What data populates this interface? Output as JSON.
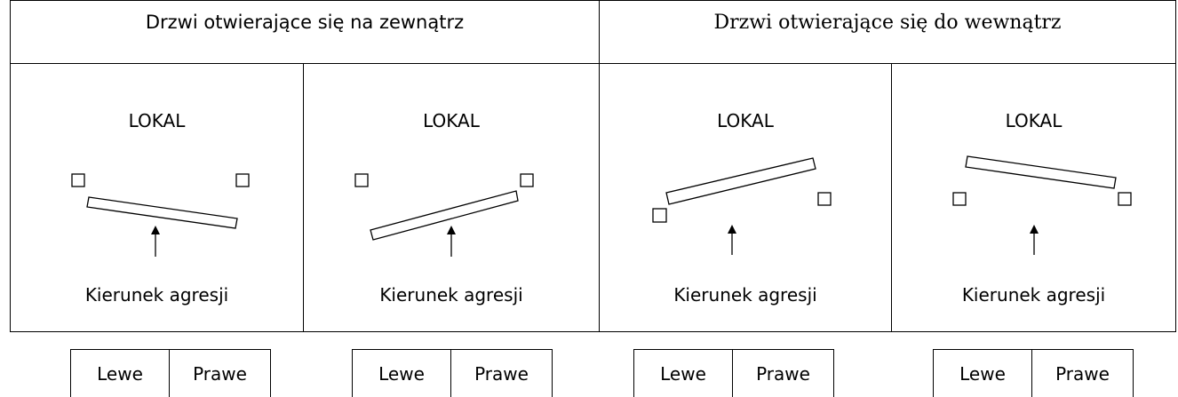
{
  "headers": {
    "outward": "Drzwi otwierające się na zewnątrz",
    "inward": "Drzwi otwierające się do wewnątrz"
  },
  "cells": [
    {
      "room_label": "LOKAL",
      "direction_label": "Kierunek agresji",
      "door": "outward-left"
    },
    {
      "room_label": "LOKAL",
      "direction_label": "Kierunek agresji",
      "door": "outward-right"
    },
    {
      "room_label": "LOKAL",
      "direction_label": "Kierunek agresji",
      "door": "inward-left"
    },
    {
      "room_label": "LOKAL",
      "direction_label": "Kierunek agresji",
      "door": "inward-right"
    }
  ],
  "legend_boxes": [
    {
      "left_label": "Lewe",
      "right_label": "Prawe"
    },
    {
      "left_label": "Lewe",
      "right_label": "Prawe"
    },
    {
      "left_label": "Lewe",
      "right_label": "Prawe"
    },
    {
      "left_label": "Lewe",
      "right_label": "Prawe"
    }
  ]
}
